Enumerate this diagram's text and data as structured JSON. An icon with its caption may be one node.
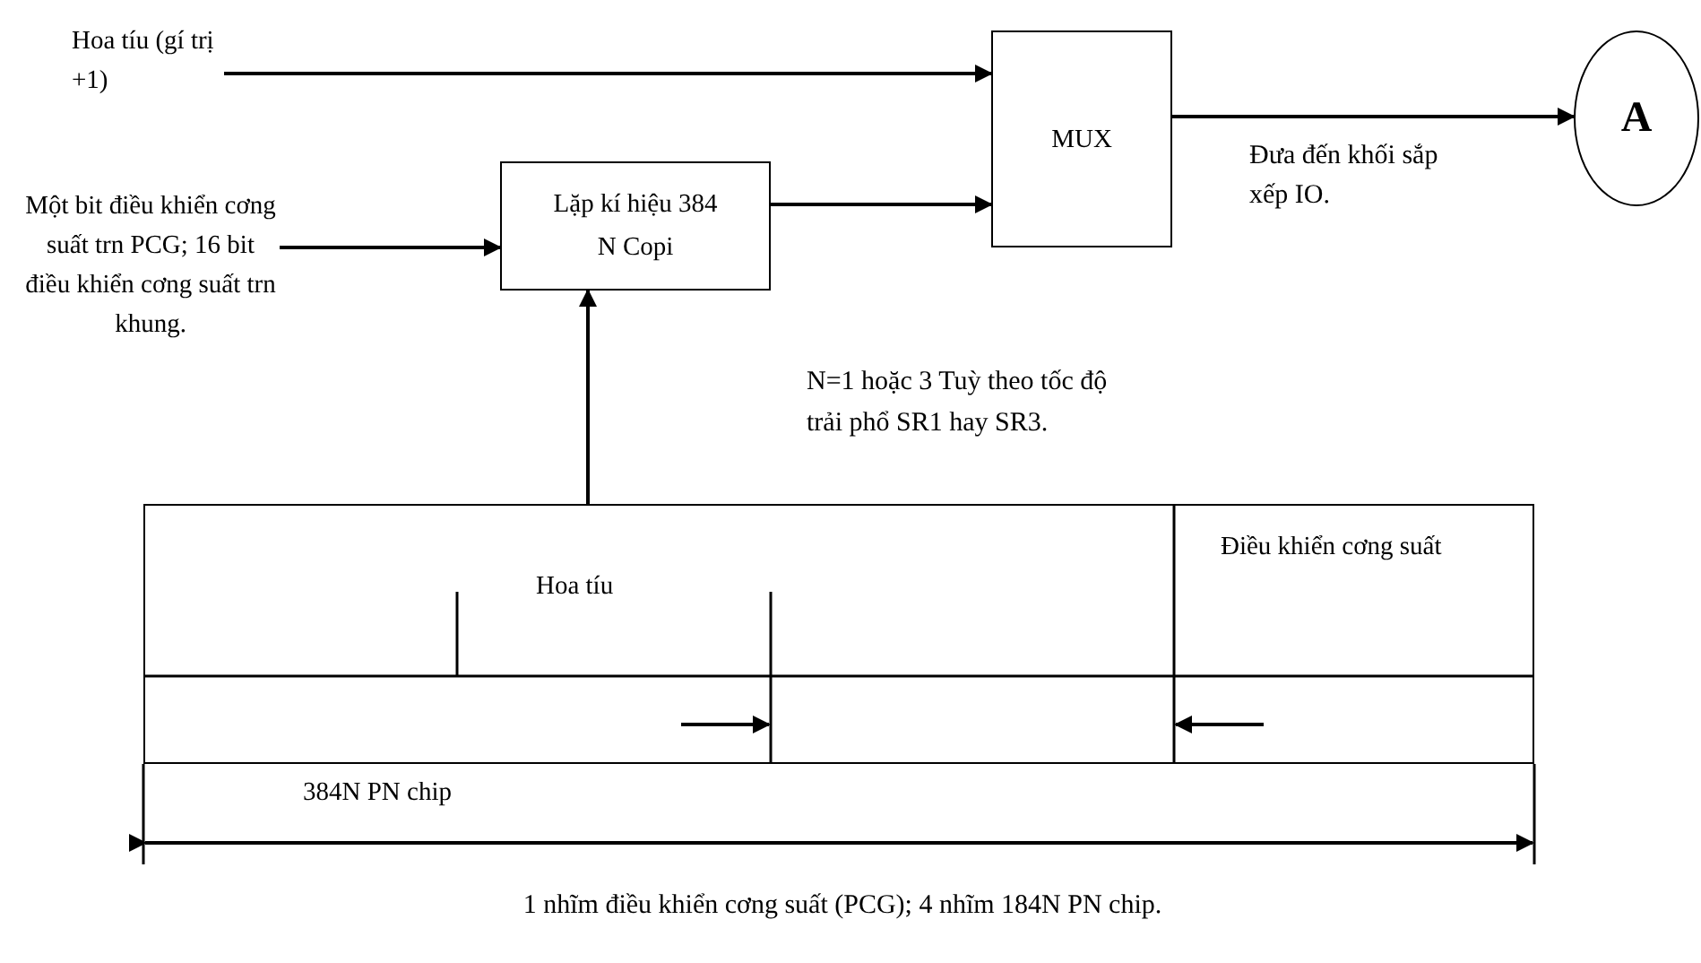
{
  "diagram": {
    "nodes": [
      {
        "text": [
          "Hoa tíu (gí trị +1)"
        ]
      },
      {
        "text": [
          "MUX"
        ]
      },
      {
        "text": [
          "A"
        ]
      },
      {
        "text": [
          "Một bit điều khiển cơng suất trn PCG; 16 bit điều khiển cơng suất trn khung."
        ]
      },
      {
        "text": [
          "Lặp kí hiệu 384 N Copi"
        ]
      },
      {
        "text": [
          "Hoa tíu",
          "Điều khiển cơng suất",
          "384N PN chip"
        ]
      }
    ],
    "edges": [
      {
        "from": 0,
        "to": 1,
        "arrow": "to"
      },
      {
        "from": 4,
        "to": 1,
        "arrow": "to"
      },
      {
        "from": 1,
        "to": 2,
        "arrow": "to",
        "label": "Đưa đến khối sắp xếp IO."
      },
      {
        "from": 3,
        "to": 4,
        "arrow": "to"
      },
      {
        "from": 5,
        "to": 4,
        "arrow": "to"
      }
    ],
    "labels": [
      "N=1 hoặc 3 Tuỳ theo tốc độ trải phổ SR1 hay SR3.",
      "1 nhĩm điều khiển cơng suất (PCG); 4 nhĩm 184N PN chip."
    ]
  }
}
